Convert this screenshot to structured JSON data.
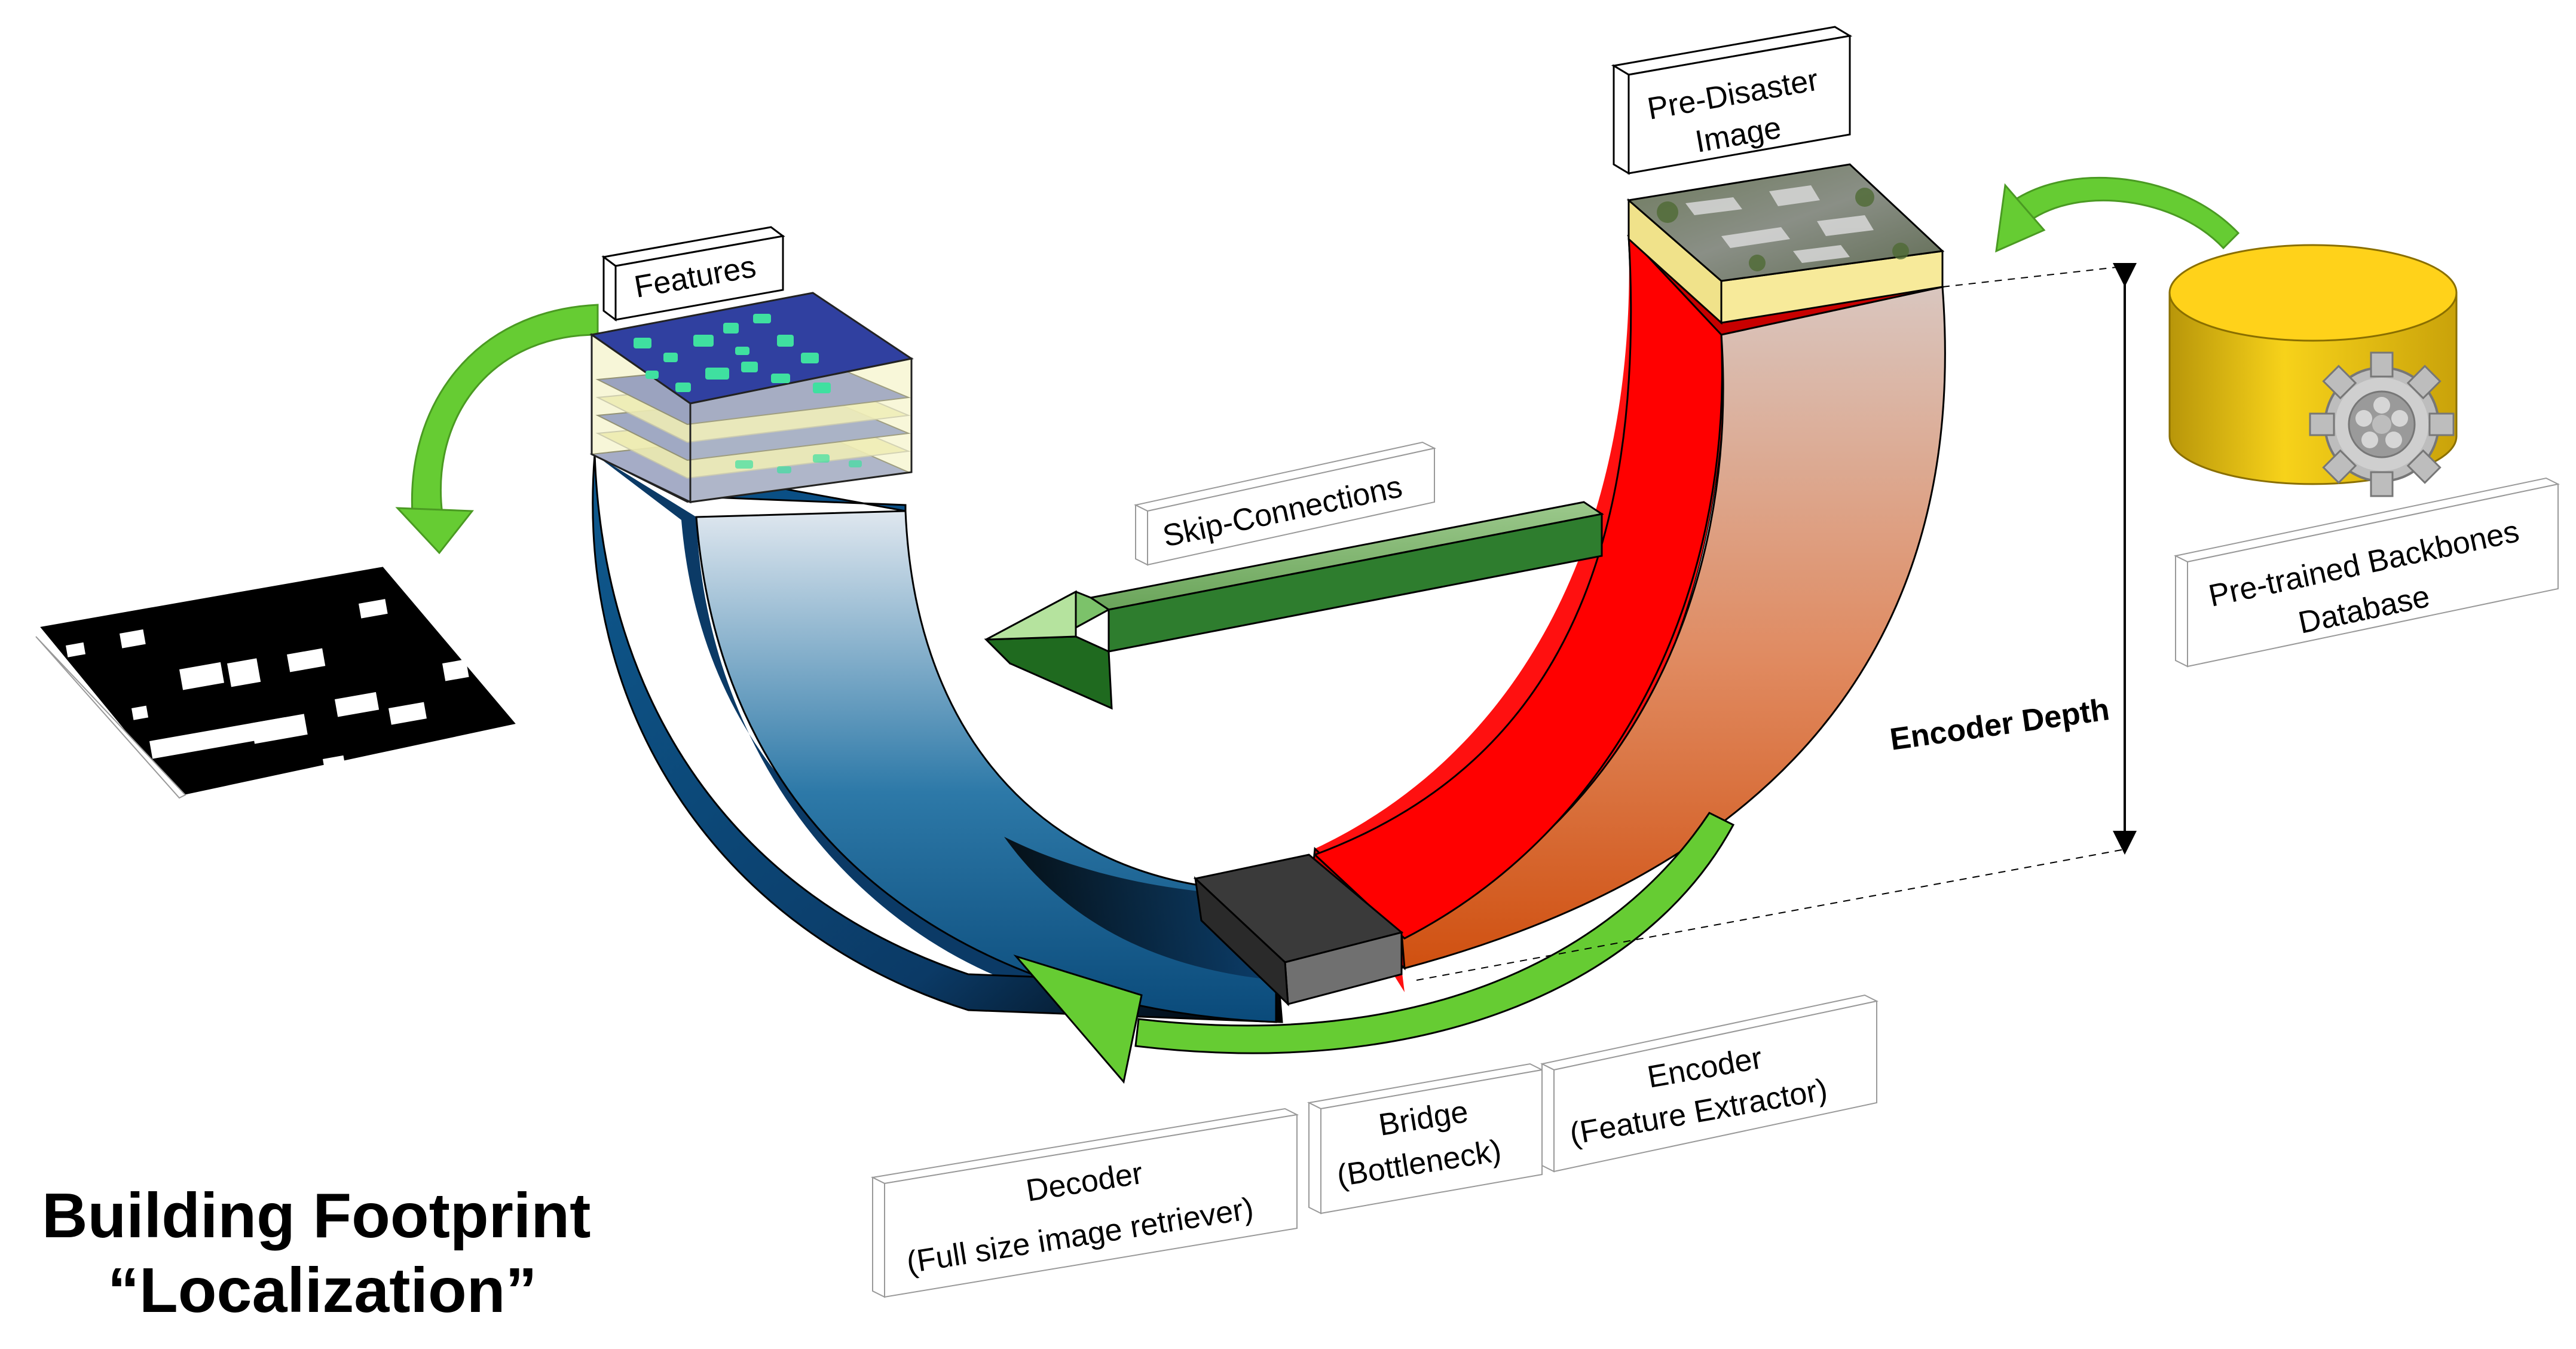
{
  "title": {
    "line1": "Building Footprint",
    "line2": "“Localization”"
  },
  "labels": {
    "features": "Features",
    "pre_disaster_line1": "Pre-Disaster",
    "pre_disaster_line2": "Image",
    "skip_connections": "Skip-Connections",
    "backbones_line1": "Pre-trained Backbones",
    "backbones_line2": "Database",
    "encoder_depth": "Encoder Depth",
    "decoder_line1": "Decoder",
    "decoder_line2": "(Full size image retriever)",
    "bridge_line1": "Bridge",
    "bridge_line2": "(Bottleneck)",
    "encoder_line1": "Encoder",
    "encoder_line2": "(Feature Extractor)"
  },
  "colors": {
    "encoder": "#e60000",
    "decoder": "#0a4f85",
    "bridge": "#444444",
    "arrow_green": "#66cc33",
    "skip_green": "#2e7d2e",
    "database_gold": "#f2c200"
  },
  "icons": {
    "database": "database-cylinder-icon",
    "gear": "gear-icon"
  }
}
